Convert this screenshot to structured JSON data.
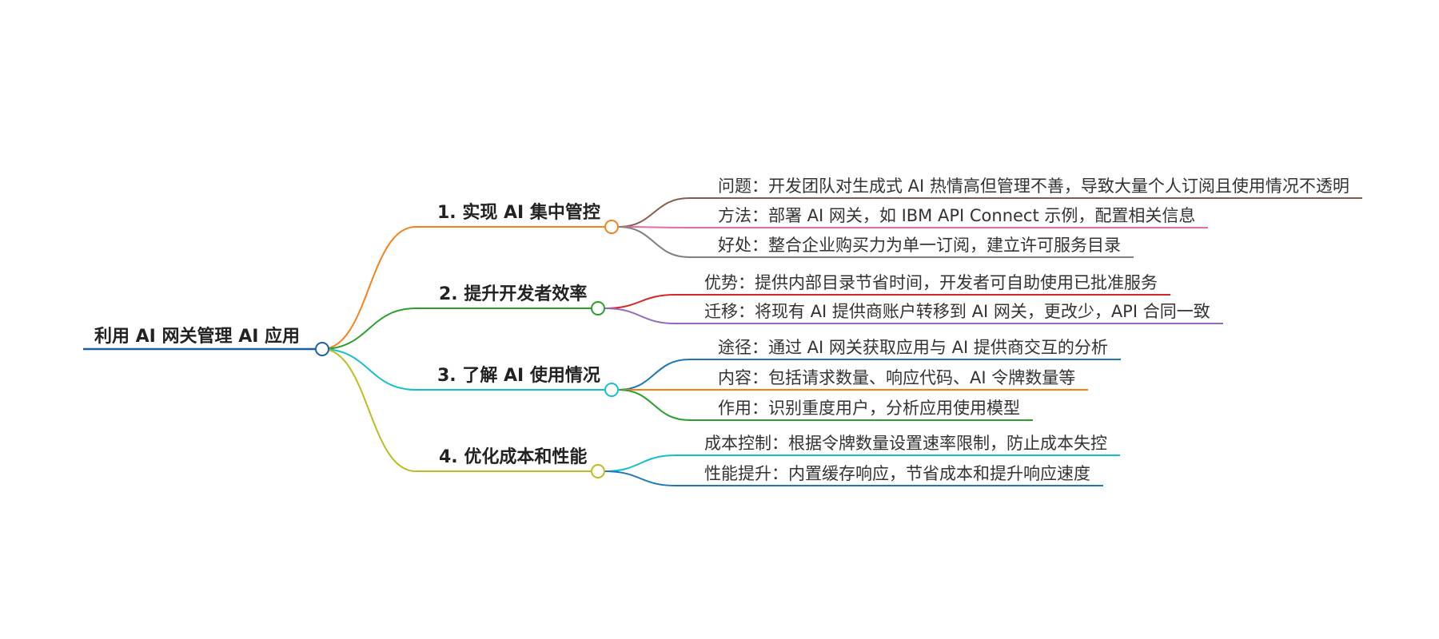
{
  "root": {
    "label": "利用 AI 网关管理 AI 应用",
    "color": "#1f5fa0"
  },
  "branches": [
    {
      "label": "1. 实现 AI 集中管控",
      "color": "#f5821f",
      "children": [
        {
          "label": "问题：开发团队对生成式 AI 热情高但管理不善，导致大量个人订阅且使用情况不透明",
          "color": "#8a5a4a"
        },
        {
          "label": "方法：部署 AI 网关，如 IBM API Connect 示例，配置相关信息",
          "color": "#e46aa8"
        },
        {
          "label": "好处：整合企业购买力为单一订阅，建立许可服务目录",
          "color": "#808080"
        }
      ]
    },
    {
      "label": "2. 提升开发者效率",
      "color": "#2aa02a",
      "children": [
        {
          "label": "优势：提供内部目录节省时间，开发者可自助使用已批准服务",
          "color": "#d62728"
        },
        {
          "label": "迁移：将现有 AI 提供商账户转移到 AI 网关，更改少，API 合同一致",
          "color": "#9467bd"
        }
      ]
    },
    {
      "label": "3. 了解 AI 使用情况",
      "color": "#17becf",
      "children": [
        {
          "label": "途径：通过 AI 网关获取应用与 AI 提供商交互的分析",
          "color": "#1f77b4"
        },
        {
          "label": "内容：包括请求数量、响应代码、AI 令牌数量等",
          "color": "#ff7f0e"
        },
        {
          "label": "作用：识别重度用户，分析应用使用模型",
          "color": "#2ca02c"
        }
      ]
    },
    {
      "label": "4. 优化成本和性能",
      "color": "#bcbd22",
      "children": [
        {
          "label": "成本控制：根据令牌数量设置速率限制，防止成本失控",
          "color": "#17becf"
        },
        {
          "label": "性能提升：内置缓存响应，节省成本和提升响应速度",
          "color": "#1f77b4"
        }
      ]
    }
  ]
}
